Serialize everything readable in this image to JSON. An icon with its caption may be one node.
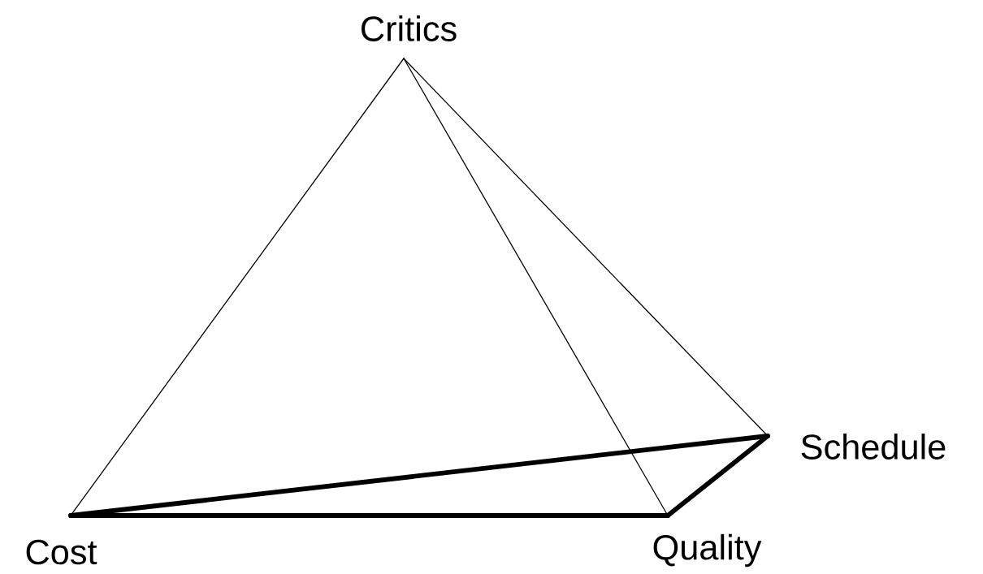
{
  "diagram": {
    "nodes": [
      {
        "text": [
          "Critics"
        ]
      },
      {
        "text": [
          "Cost"
        ]
      },
      {
        "text": [
          "Quality"
        ]
      },
      {
        "text": [
          "Schedule"
        ]
      }
    ],
    "edges": [
      {
        "from": 0,
        "to": 1,
        "arrow": "none"
      },
      {
        "from": 0,
        "to": 2,
        "arrow": "none"
      },
      {
        "from": 0,
        "to": 3,
        "arrow": "none"
      },
      {
        "from": 1,
        "to": 3,
        "arrow": "none",
        "style": "thick"
      },
      {
        "from": 1,
        "to": 2,
        "arrow": "none",
        "style": "thick"
      },
      {
        "from": 3,
        "to": 2,
        "arrow": "none",
        "style": "thick"
      }
    ]
  }
}
